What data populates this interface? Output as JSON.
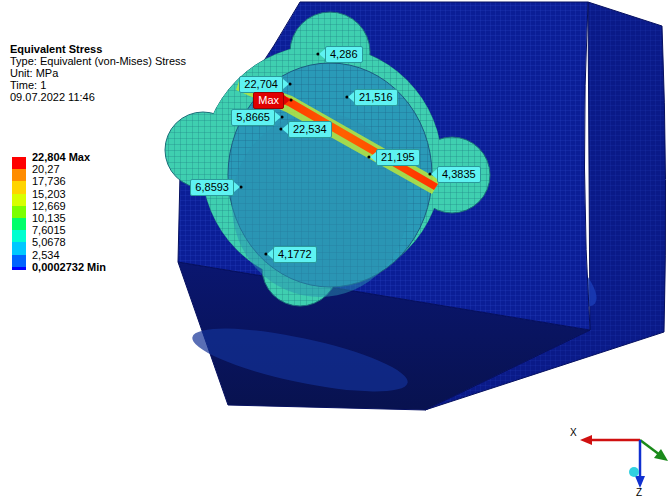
{
  "diagram": {
    "title": "Equivalent Stress",
    "nodes": [
      {
        "text": [
          "4,286"
        ]
      },
      {
        "text": [
          "22,704"
        ]
      },
      {
        "text": [
          "Max"
        ]
      },
      {
        "text": [
          "21,516"
        ]
      },
      {
        "text": [
          "5,8665"
        ]
      },
      {
        "text": [
          "22,534"
        ]
      },
      {
        "text": [
          "21,195"
        ]
      },
      {
        "text": [
          "6,8593"
        ]
      },
      {
        "text": [
          "4,3835"
        ]
      },
      {
        "text": [
          "4,1772"
        ]
      }
    ],
    "labels": [
      "Type: Equivalent (von-Mises) Stress",
      "Unit: MPa",
      "Time: 1",
      "09.07.2022 11:46",
      "X",
      "Z"
    ],
    "legend": [
      {
        "text": "22,804 Max",
        "color": "#ff0000"
      },
      {
        "text": "20,27",
        "color": "#ff8c00"
      },
      {
        "text": "17,736",
        "color": "#ffd400"
      },
      {
        "text": "15,203",
        "color": "#d8ff00"
      },
      {
        "text": "12,669",
        "color": "#7cff00"
      },
      {
        "text": "10,135",
        "color": "#00ff6a"
      },
      {
        "text": "7,6015",
        "color": "#00ffd0"
      },
      {
        "text": "5,0678",
        "color": "#00c8ff"
      },
      {
        "text": "2,534",
        "color": "#0064ff"
      },
      {
        "text": "0,0002732 Min",
        "color": "#0000ff"
      }
    ]
  }
}
